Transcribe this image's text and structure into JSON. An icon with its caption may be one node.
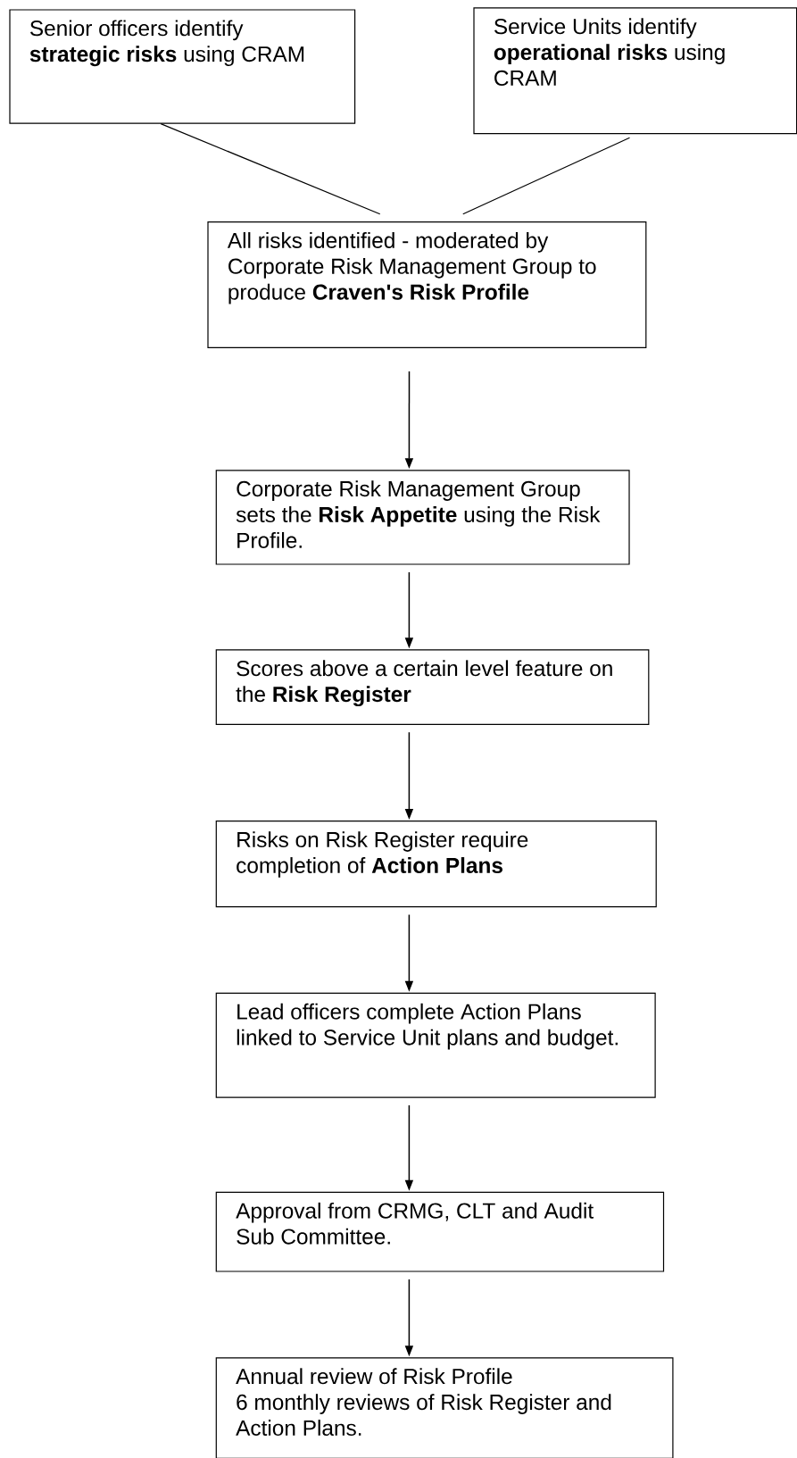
{
  "diagram": {
    "nodes": [
      {
        "text": [
          "Senior officers identify **strategic risks** using CRAM"
        ]
      },
      {
        "text": [
          "Service Units identify **operational risks** using CRAM"
        ]
      },
      {
        "text": [
          "All risks identified - moderated by Corporate Risk Management Group to produce **Craven's Risk Profile**"
        ]
      },
      {
        "text": [
          "Corporate Risk Management Group sets the **Risk Appetite** using the Risk Profile."
        ]
      },
      {
        "text": [
          "Scores above a certain level feature on the **Risk Register**"
        ]
      },
      {
        "text": [
          "Risks on Risk Register require completion of **Action Plans**"
        ]
      },
      {
        "text": [
          "Lead officers complete Action Plans linked to Service Unit plans and budget."
        ]
      },
      {
        "text": [
          "Approval from CRMG, CLT and Audit Sub Committee."
        ]
      },
      {
        "text": [
          "Annual review of Risk Profile",
          "6 monthly reviews of Risk Register and Action Plans."
        ]
      }
    ],
    "edges": [
      {
        "from": 0,
        "to": 2,
        "arrow": "none"
      },
      {
        "from": 1,
        "to": 2,
        "arrow": "none"
      },
      {
        "from": 2,
        "to": 3,
        "arrow": "to"
      },
      {
        "from": 3,
        "to": 4,
        "arrow": "to"
      },
      {
        "from": 4,
        "to": 5,
        "arrow": "to"
      },
      {
        "from": 5,
        "to": 6,
        "arrow": "to"
      },
      {
        "from": 6,
        "to": 7,
        "arrow": "to"
      },
      {
        "from": 7,
        "to": 8,
        "arrow": "to"
      }
    ]
  }
}
